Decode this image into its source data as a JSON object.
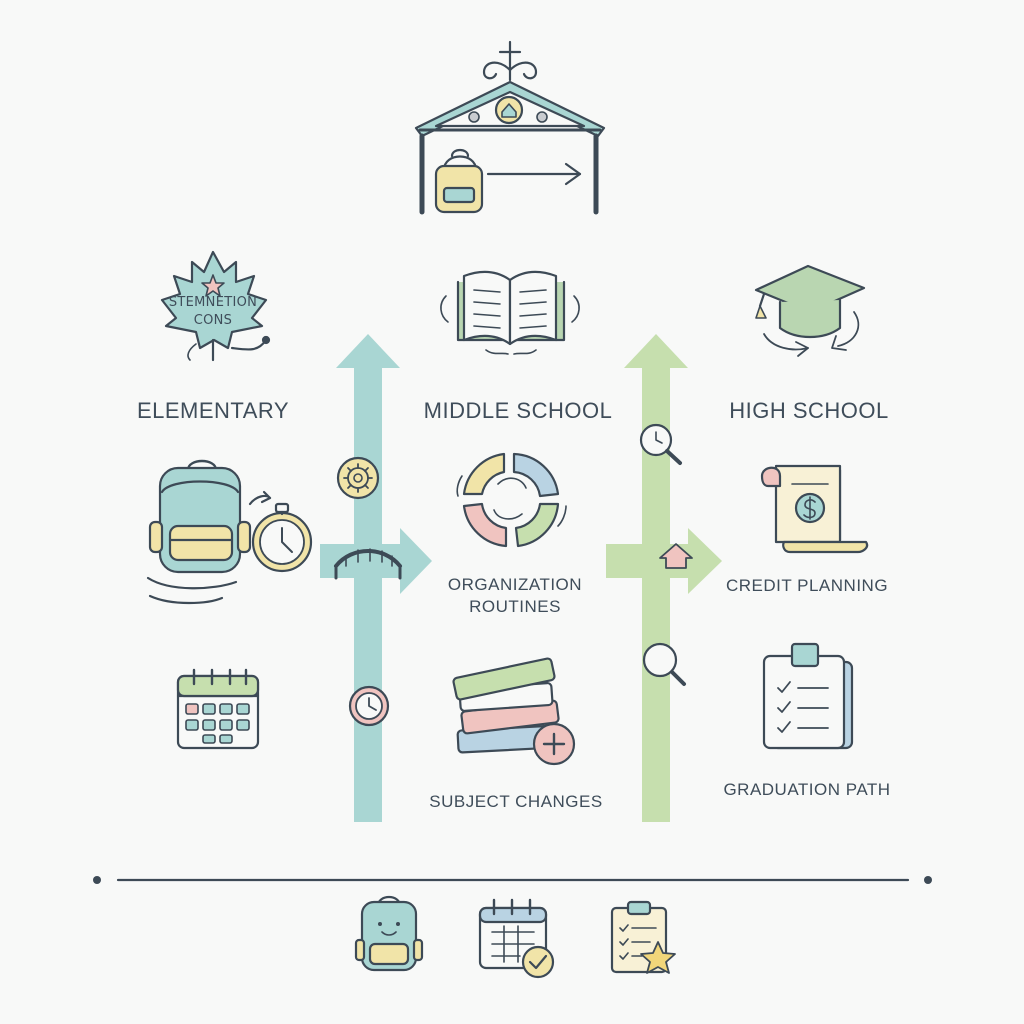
{
  "stages": {
    "elementary": "ELEMENTARY",
    "middle": "MIDDLE SCHOOL",
    "high": "HIGH SCHOOL"
  },
  "labels": {
    "organization_line1": "ORGANIZATION",
    "organization_line2": "ROUTINES",
    "subject_changes": "SUBJECT CHANGES",
    "credit_planning": "CREDIT PLANNING",
    "graduation_path": "GRADUATION PATH"
  },
  "leaf_text": {
    "line1": "STEMNETION",
    "line2": "CONS"
  },
  "colors": {
    "outline": "#3d4a56",
    "teal": "#a9d6d3",
    "green": "#c6dfae",
    "sage": "#b9d6b1",
    "yellow": "#f1e4a8",
    "pink": "#f0c4c0",
    "blue": "#b9d3e3",
    "background": "#f8f9f8"
  }
}
